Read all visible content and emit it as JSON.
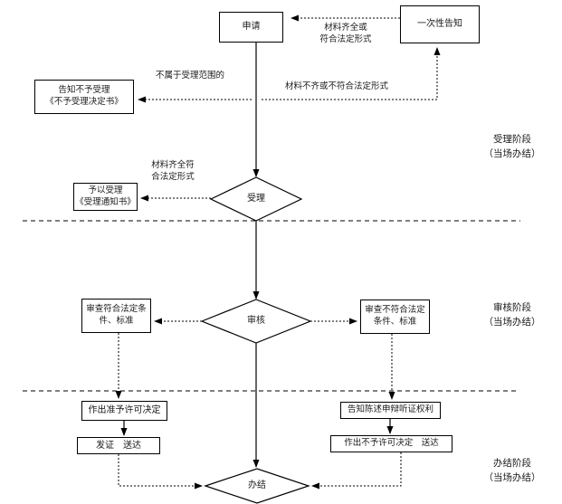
{
  "flowchart": {
    "nodes": {
      "apply": "申请",
      "one_time_notice": "一次性告知",
      "reject_notice_line1": "告知不予受理",
      "reject_notice_line2": "《不予受理决定书》",
      "accept_line1": "予以受理",
      "accept_line2": "《受理通知书》",
      "accept_decision": "受理",
      "review_decision": "审核",
      "review_pass_line1": "审查符合法定条",
      "review_pass_line2": "件、标准",
      "review_fail_line1": "审查不符合法定",
      "review_fail_line2": "条件、标准",
      "grant": "作出准予许可决定",
      "issue": "发证　送达",
      "inform": "告知陈述申辩听证权利",
      "deny": "作出不予许可决定　送达",
      "complete": "办结"
    },
    "edge_labels": {
      "complete_materials_line1": "材料齐全或",
      "complete_materials_line2": "符合法定形式",
      "out_of_scope": "不属于受理范围的",
      "incomplete_materials": "材料不齐或不符合法定形式",
      "materials_ok_line1": "材料齐全符",
      "materials_ok_line2": "合法定形式"
    },
    "stages": {
      "accept_line1": "受理阶段",
      "accept_line2": "（当场办结）",
      "review_line1": "审核阶段",
      "review_line2": "（当场办结）",
      "complete_line1": "办结阶段",
      "complete_line2": "（当场办结）"
    }
  },
  "colors": {
    "line": "#000000",
    "background": "#ffffff",
    "box_background": "#ffffff"
  }
}
